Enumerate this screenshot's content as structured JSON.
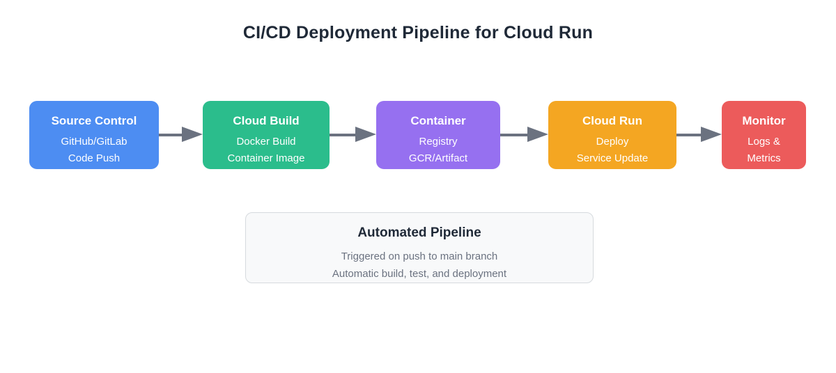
{
  "page": {
    "title": "CI/CD Deployment Pipeline for Cloud Run",
    "title_color": "#1f2937",
    "background": "#ffffff"
  },
  "pipeline": {
    "arrow_color": "#6b7280",
    "nodes": [
      {
        "name": "source-control",
        "title": "Source Control",
        "line1": "GitHub/GitLab",
        "line2": "Code Push",
        "color": "#4d8df2"
      },
      {
        "name": "cloud-build",
        "title": "Cloud Build",
        "line1": "Docker Build",
        "line2": "Container Image",
        "color": "#2bbd8c"
      },
      {
        "name": "container",
        "title": "Container",
        "line1": "Registry",
        "line2": "GCR/Artifact",
        "color": "#9670f0"
      },
      {
        "name": "cloud-run",
        "title": "Cloud Run",
        "line1": "Deploy",
        "line2": "Service Update",
        "color": "#f4a622"
      },
      {
        "name": "monitor",
        "title": "Monitor",
        "line1": "Logs &",
        "line2": "Metrics",
        "color": "#ec5b5b"
      }
    ]
  },
  "info_box": {
    "title": "Automated Pipeline",
    "line1": "Triggered on push to main branch",
    "line2": "Automatic build, test, and deployment",
    "background": "#f8f9fa",
    "border_color": "#d6dade",
    "title_color": "#1f2937",
    "text_color": "#6b7280"
  }
}
